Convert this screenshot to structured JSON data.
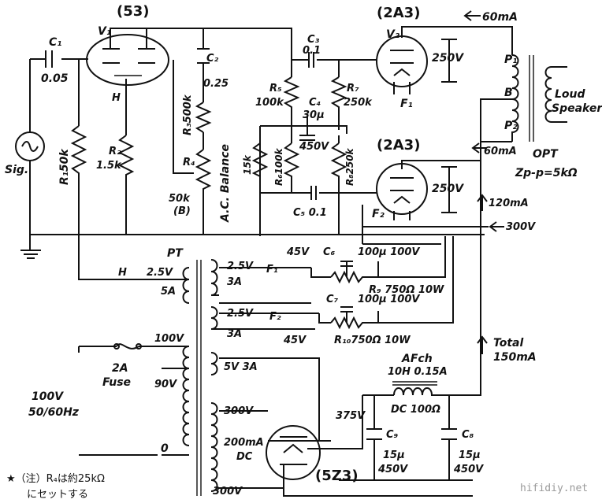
{
  "tubes": {
    "driver": "(53)",
    "output_upper": "(2A3)",
    "output_lower": "(2A3)",
    "rectifier": "(5Z3)"
  },
  "labels": {
    "v1": "V₁",
    "v2": "V₂",
    "h": "H",
    "c1": "C₁",
    "c1_value": "0.05",
    "sig": "Sig.",
    "r1": "R₁50k",
    "r2": "R₂",
    "r2_value": "1.5k",
    "r3": "R₃500k",
    "c2": "C₂",
    "c2_value": "0.25",
    "r4": "R₄",
    "r4_value": "50k",
    "r4_b": "(B)",
    "ac_balance": "A.C. Balance",
    "c3": "C₃",
    "c3_value": "0.1",
    "r5": "R₅",
    "r5_value": "100k",
    "c4": "C₄",
    "c4_value": "30μ",
    "c4_voltage": "450V",
    "r7": "R₇",
    "r7_value": "250k",
    "r_15k": "15k",
    "r6": "R₆100k",
    "r8": "R₈250k",
    "c5": "C₅ 0.1",
    "v_250_upper": "250V",
    "v_250_lower": "250V",
    "f1": "F₁",
    "f2": "F₂",
    "ma_60_top": "60mA",
    "ma_60_mid": "60mA",
    "p1": "P₁",
    "b": "B",
    "p2": "P₂",
    "loud_speaker_1": "Loud",
    "loud_speaker_2": "Speaker",
    "opt": "OPT",
    "zpp": "Zp-p=5kΩ",
    "ma_120": "120mA",
    "v_300_right": "300V",
    "pt": "PT",
    "h_heater": "H",
    "v_2_5_a": "2.5V",
    "a_3_a": "3A",
    "v_2_5_b": "2.5V",
    "a_5": "5A",
    "v_2_5_c": "2.5V",
    "a_3_b": "3A",
    "f1_pt": "F₁",
    "f2_pt": "F₂",
    "v_45_a": "45V",
    "v_45_b": "45V",
    "c6": "C₆",
    "c6_value": "100μ 100V",
    "r9": "R₉ 750Ω 10W",
    "c7": "C₇",
    "c7_value": "100μ 100V",
    "r10": "R₁₀750Ω 10W",
    "v_100": "100V",
    "fuse_rating": "2A",
    "fuse": "Fuse",
    "v_90": "90V",
    "v_0": "0",
    "mains_v": "100V",
    "mains_hz": "50/60Hz",
    "v_5_3a": "5V 3A",
    "v_300_upper": "300V",
    "ma_200": "200mA",
    "dc": "DC",
    "v_300_lower": "300V",
    "v_375": "375V",
    "afch": "AFch",
    "afch_spec": "10H 0.15A",
    "dc_100": "DC 100Ω",
    "c9": "C₉",
    "c9_value": "15μ",
    "c9_voltage": "450V",
    "c8": "C₈",
    "c8_value": "15μ",
    "c8_voltage": "450V",
    "total_1": "Total",
    "total_2": "150mA"
  },
  "note": {
    "line1": "★（注）R₄は約25kΩ",
    "line2": "にセットする"
  },
  "watermark": "hifidiy.net"
}
